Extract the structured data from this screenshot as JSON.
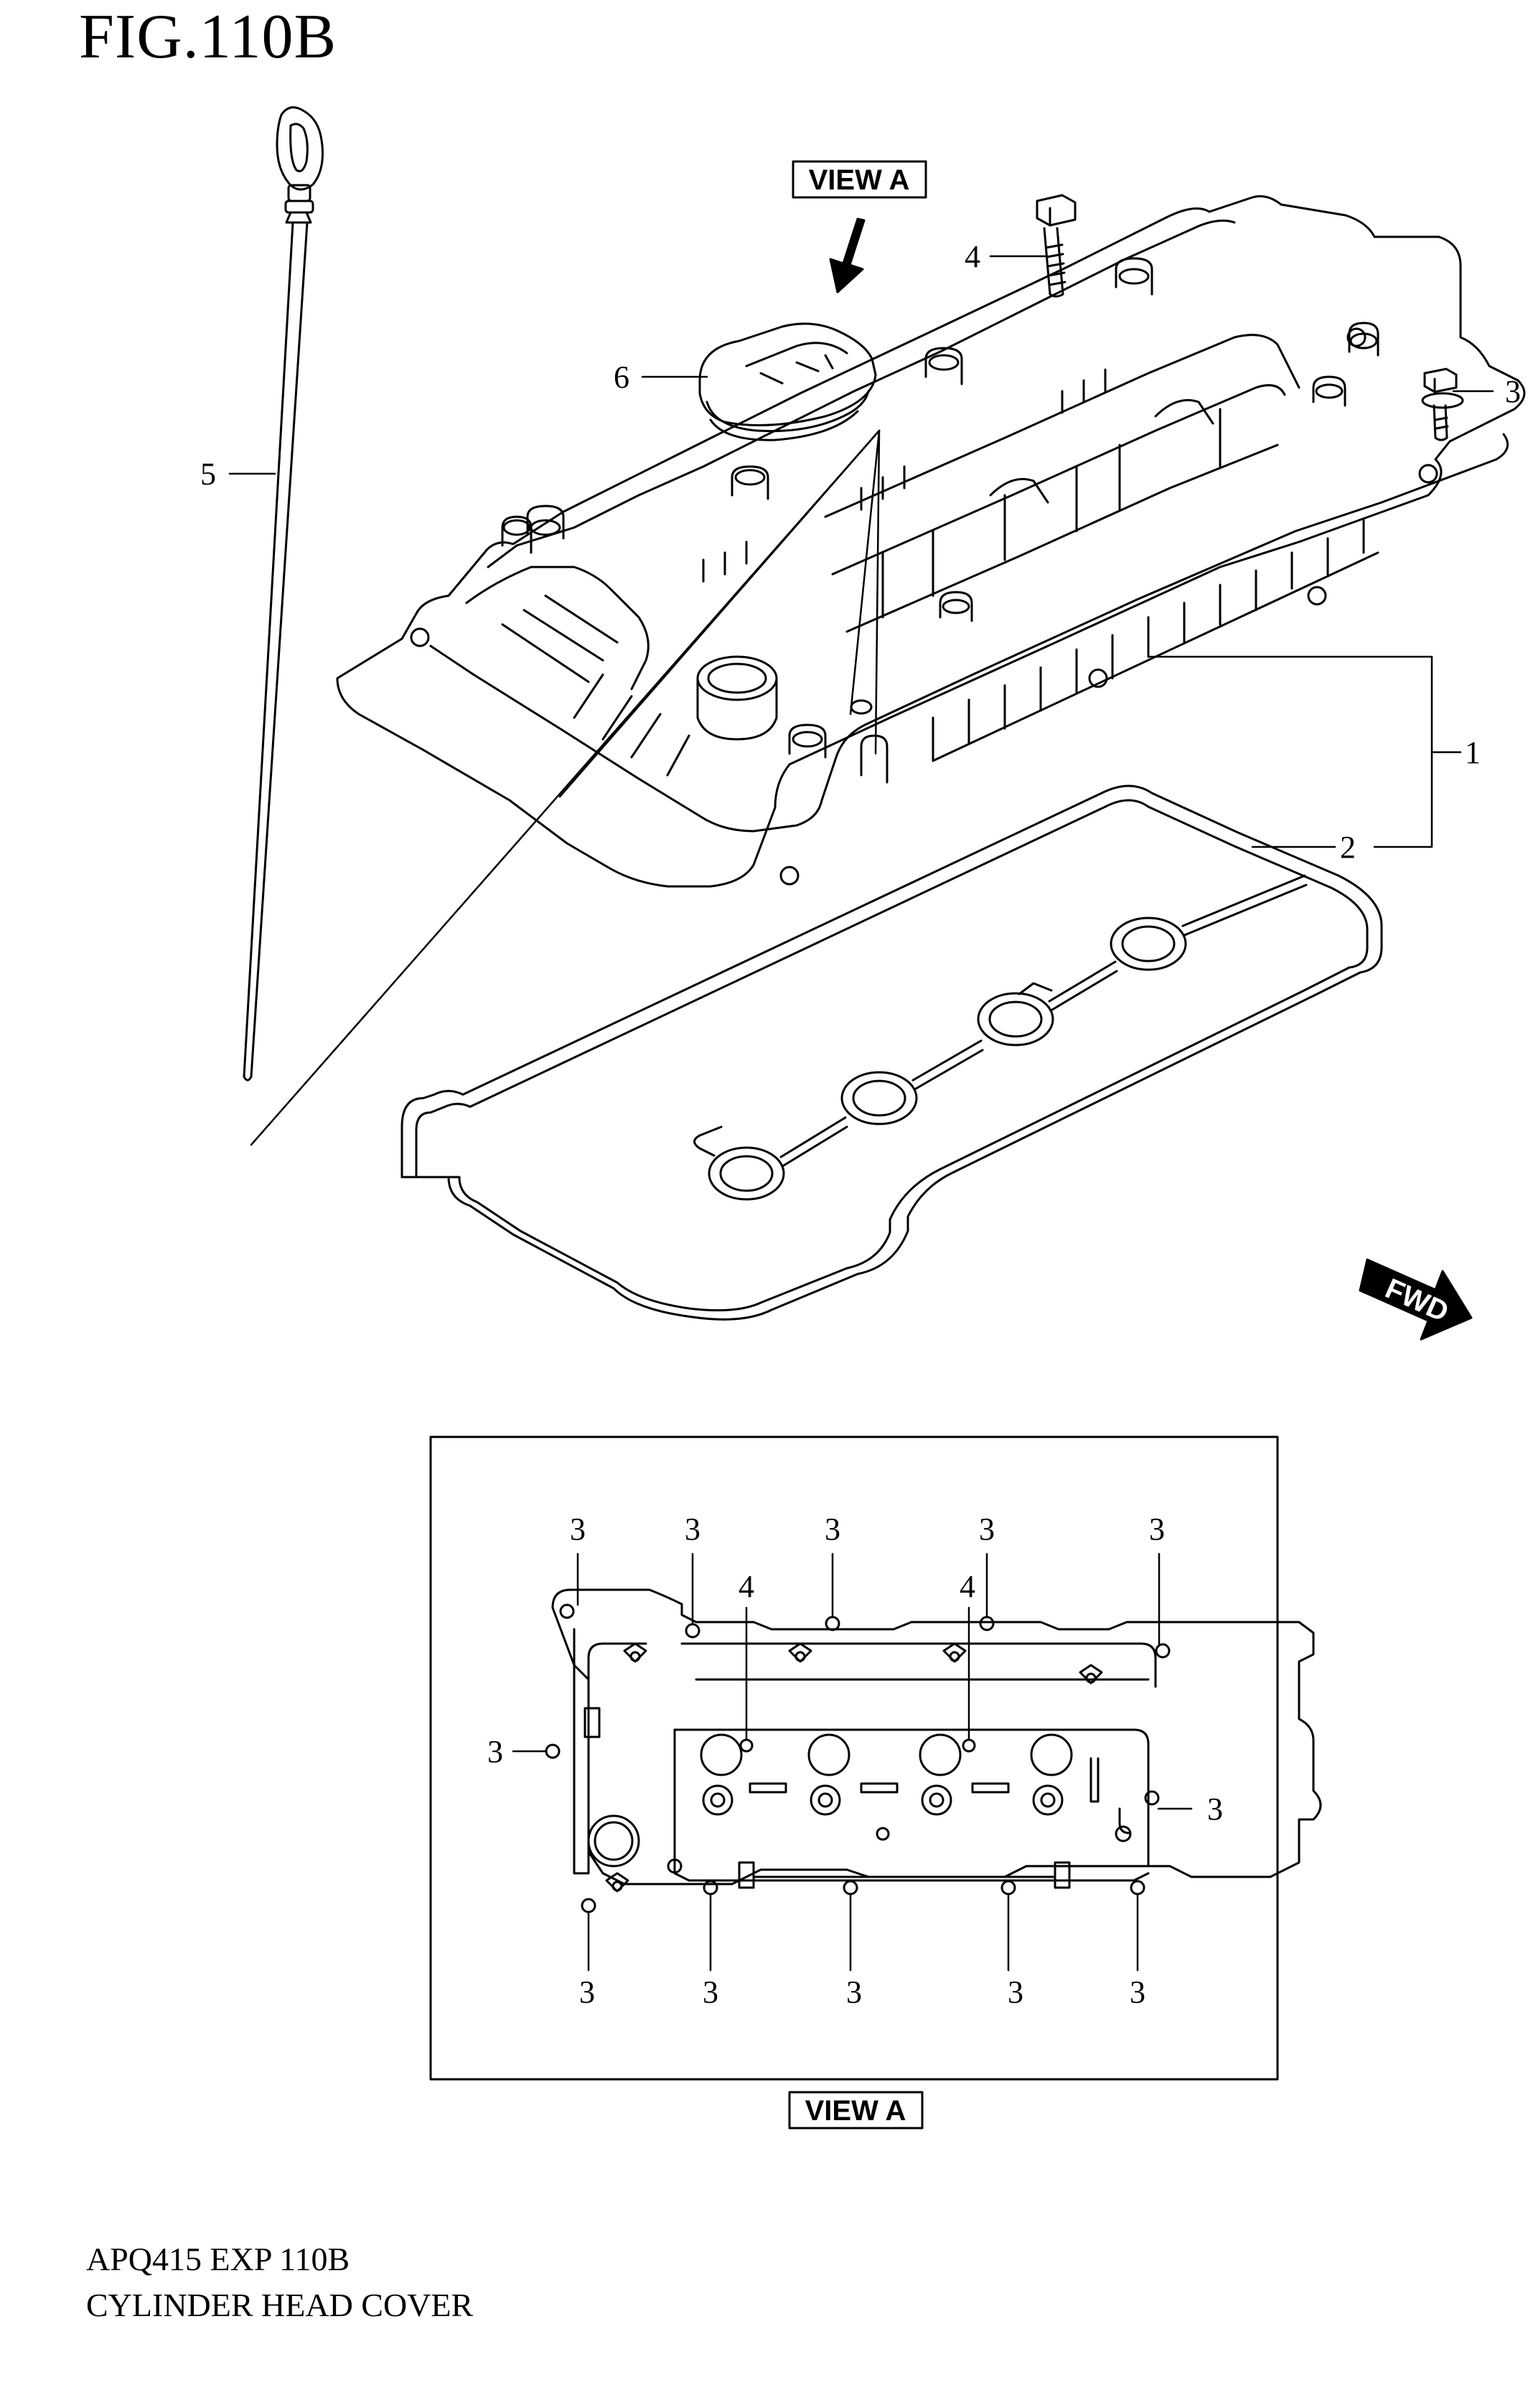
{
  "figure": {
    "title": "FIG.110B",
    "code": "APQ415 EXP 110B",
    "name": "CYLINDER HEAD COVER"
  },
  "view_label": "VIEW A",
  "fwd_label": "FWD",
  "callouts": {
    "cover": "1",
    "gasket": "2",
    "bolt_small": "3",
    "bolt_long": "4",
    "dipstick": "5",
    "oil_cap": "6"
  },
  "detail_view": {
    "top_labels": [
      "3",
      "3",
      "3",
      "3",
      "3"
    ],
    "inner_labels": [
      "4",
      "4"
    ],
    "side_labels": [
      "3",
      "3"
    ],
    "bottom_labels": [
      "3",
      "3",
      "3",
      "3",
      "3"
    ]
  }
}
